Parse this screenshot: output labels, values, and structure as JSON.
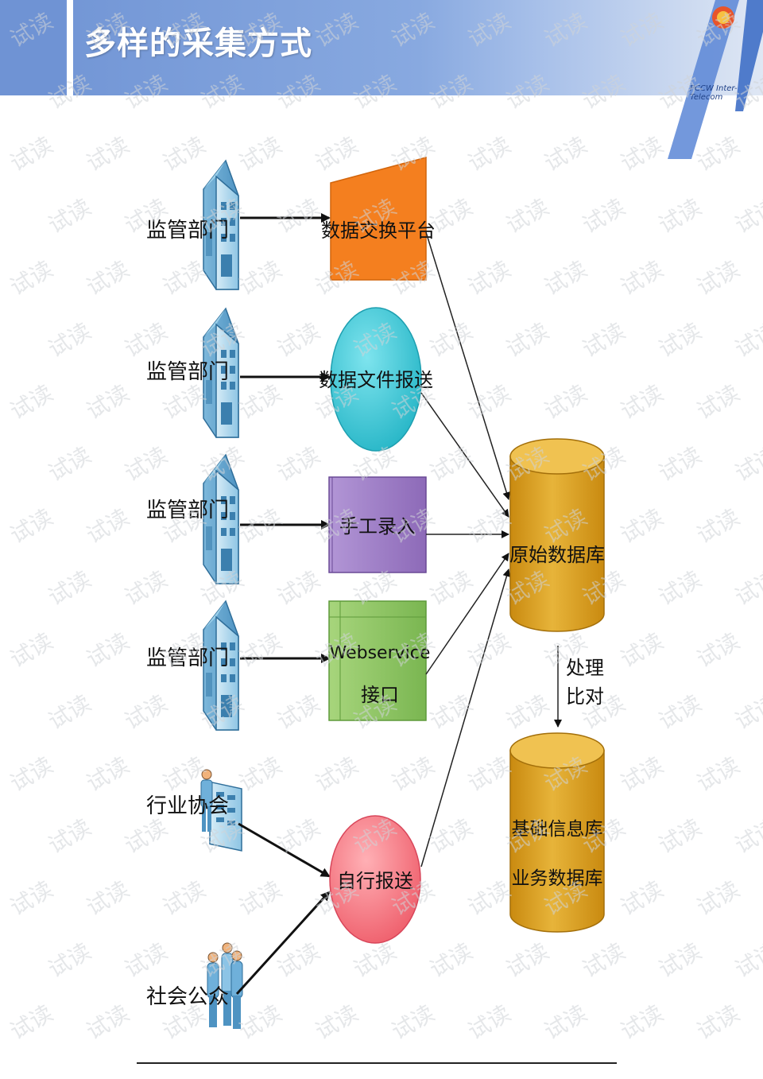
{
  "header": {
    "title": "多样的采集方式",
    "brand": "PCCW Inter-Telecom"
  },
  "sources": [
    {
      "label": "监管部门",
      "icon": "building-icon"
    },
    {
      "label": "监管部门",
      "icon": "building-icon"
    },
    {
      "label": "监管部门",
      "icon": "building-icon"
    },
    {
      "label": "监管部门",
      "icon": "building-icon"
    },
    {
      "label": "行业协会",
      "icon": "people-building-icon"
    },
    {
      "label": "社会公众",
      "icon": "people-icon"
    }
  ],
  "channels": [
    {
      "label": "数据交换平台",
      "color": "#f47f1f"
    },
    {
      "label": "数据文件报送",
      "color": "#3cc8d6"
    },
    {
      "label": "手工录入",
      "color": "#9e7cc4"
    },
    {
      "label": "Webservice",
      "label2": "接口",
      "color": "#8cc063"
    },
    {
      "label": "自行报送",
      "color": "#f37883"
    }
  ],
  "databases": {
    "raw": "原始数据库",
    "process_line1": "处理",
    "process_line2": "比对",
    "base_line1": "基础信息库",
    "base_line2": "业务数据库",
    "color": "#dca423"
  },
  "watermark": "试读"
}
